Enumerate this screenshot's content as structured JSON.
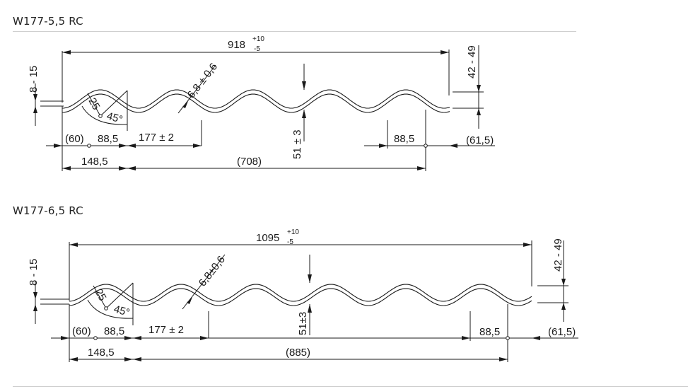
{
  "sheet1": {
    "title": "W177-5,5 RC",
    "overall_length": "918",
    "overall_tol_upper": "+10",
    "overall_tol_lower": "-5",
    "edge_height": "8 - 15",
    "total_height": "42 - 49",
    "thickness": "6,8 ± 0,6",
    "radius": "25",
    "angle": "45°",
    "depth": "51 ± 3",
    "left_offset": "(60)",
    "left_pitch": "88,5",
    "pitch": "177 ± 2",
    "right_pitch": "88,5",
    "right_offset": "(61,5)",
    "left_span": "148,5",
    "middle_span": "(708)"
  },
  "sheet2": {
    "title": "W177-6,5 RC",
    "overall_length": "1095",
    "overall_tol_upper": "+10",
    "overall_tol_lower": "-5",
    "edge_height": "8 - 15",
    "total_height": "42 - 49",
    "thickness": "6,8±0,6",
    "radius": "25",
    "angle": "45°",
    "depth": "51±3",
    "left_offset": "(60)",
    "left_pitch": "88,5",
    "pitch": "177 ± 2",
    "right_pitch": "88,5",
    "right_offset": "(61,5)",
    "left_span": "148,5",
    "middle_span": "(885)"
  }
}
